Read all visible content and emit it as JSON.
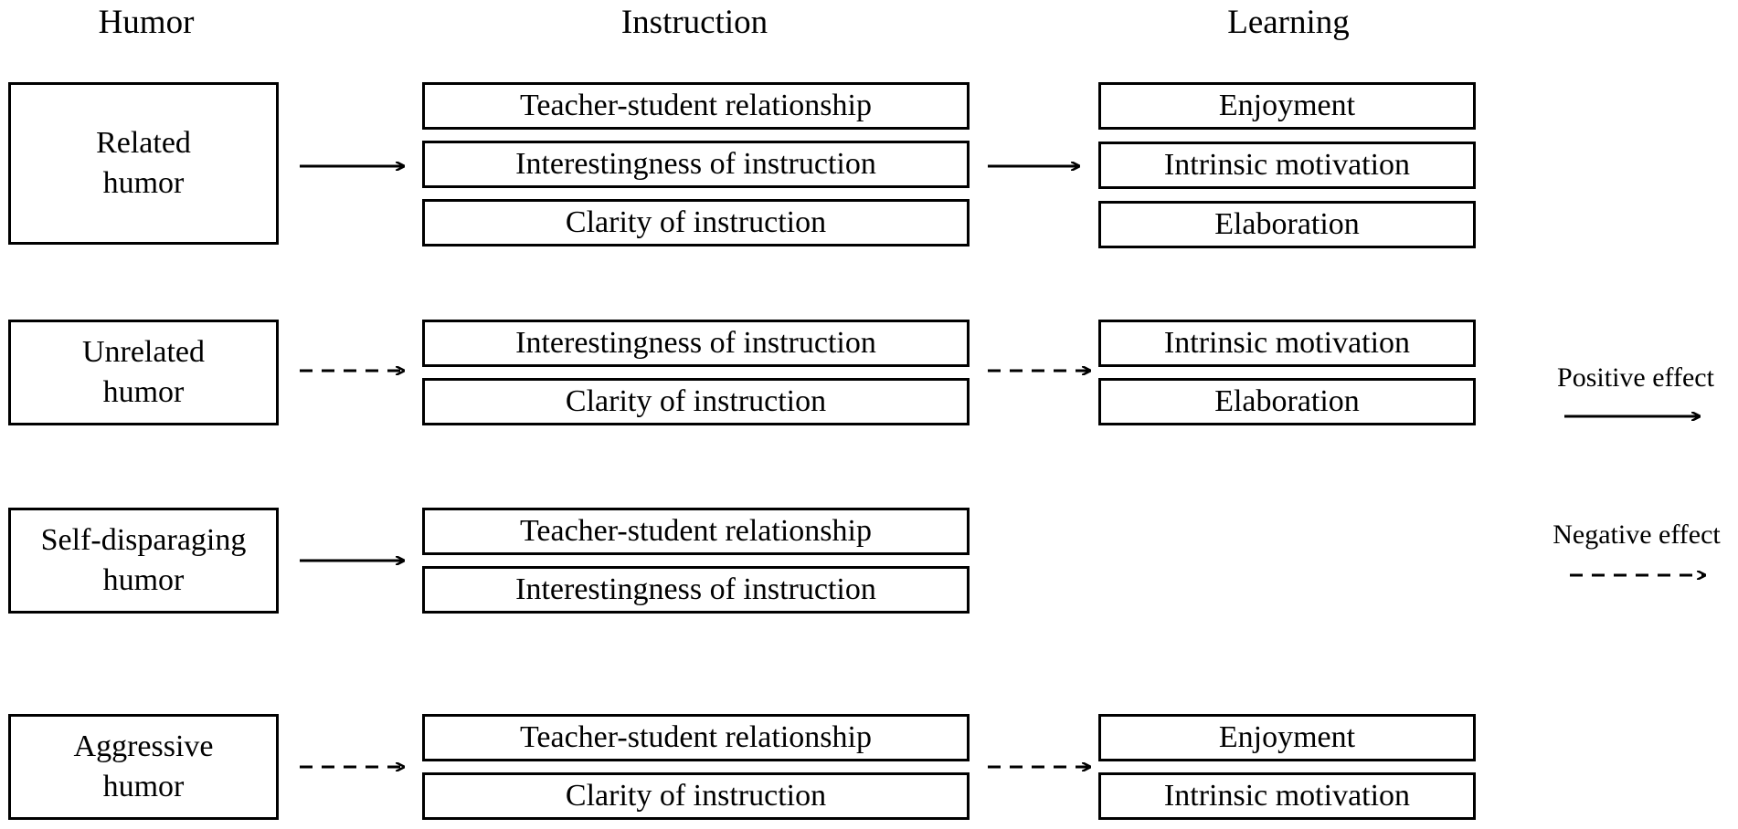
{
  "headers": {
    "humor": "Humor",
    "instruction": "Instruction",
    "learning": "Learning"
  },
  "rows": [
    {
      "humor": [
        "Related",
        "humor"
      ],
      "instruction": [
        "Teacher-student relationship",
        "Interestingness of instruction",
        "Clarity of instruction"
      ],
      "learning": [
        "Enjoyment",
        "Intrinsic motivation",
        "Elaboration"
      ],
      "effect": "positive"
    },
    {
      "humor": [
        "Unrelated",
        "humor"
      ],
      "instruction": [
        "Interestingness of instruction",
        "Clarity of instruction"
      ],
      "learning": [
        "Intrinsic motivation",
        "Elaboration"
      ],
      "effect": "negative"
    },
    {
      "humor": [
        "Self-disparaging",
        "humor"
      ],
      "instruction": [
        "Teacher-student relationship",
        "Interestingness of instruction"
      ],
      "learning": [],
      "effect": "positive"
    },
    {
      "humor": [
        "Aggressive",
        "humor"
      ],
      "instruction": [
        "Teacher-student relationship",
        "Clarity of instruction"
      ],
      "learning": [
        "Enjoyment",
        "Intrinsic motivation"
      ],
      "effect": "negative"
    }
  ],
  "legend": {
    "positive": "Positive effect",
    "negative": "Negative effect"
  },
  "colors": {
    "stroke": "#000000",
    "background": "#ffffff"
  }
}
